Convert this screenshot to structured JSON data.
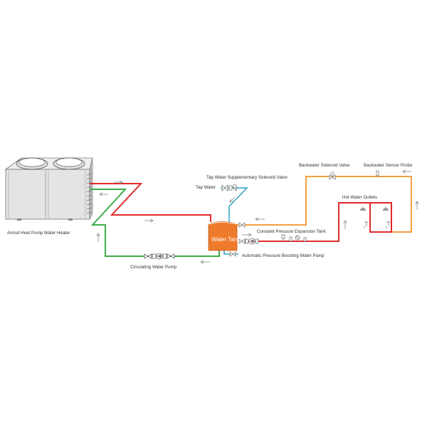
{
  "diagram": {
    "title": "Air Source Heat Pump Hot Water System",
    "colors": {
      "hot_supply": "#e02a2a",
      "return": "#3cae48",
      "tap_water": "#2aa3c4",
      "backwater": "#f0a040",
      "tank": "#ee7a2c",
      "arrow": "#888888",
      "unit_body": "#d8d8d8"
    },
    "labels": {
      "heat_pump": "Airosd Heat Pump Water Heater",
      "circulating_pump": "Circulating Water Pump",
      "tap_water": "Tap Water",
      "tap_solenoid": "Tap Water Supplementary Solenoid Valve",
      "water_tank": "Water Tank",
      "expansion_tank": "Constant Pressure Expansion Tank",
      "boosting_pump": "Automatic Pressure Boosting Water Pump",
      "backwater_solenoid": "Backwater Solenoid Valve",
      "backwater_probe": "Backwater Sensor Probe",
      "hot_water_outlets": "Hot Water Outlets"
    },
    "components": [
      {
        "name": "heat-pump-unit",
        "label": "Airosd Heat Pump Water Heater"
      },
      {
        "name": "circulating-pump",
        "label": "Circulating Water Pump"
      },
      {
        "name": "water-tank",
        "label": "Water Tank"
      },
      {
        "name": "tap-solenoid-valve",
        "label": "Tap Water Supplementary Solenoid Valve"
      },
      {
        "name": "boosting-pump",
        "label": "Automatic Pressure Boosting Water Pump"
      },
      {
        "name": "expansion-tank",
        "label": "Constant Pressure Expansion Tank"
      },
      {
        "name": "backwater-solenoid-valve",
        "label": "Backwater Solenoid Valve"
      },
      {
        "name": "backwater-sensor-probe",
        "label": "Backwater Sensor Probe"
      },
      {
        "name": "hot-water-outlets",
        "label": "Hot Water Outlets"
      }
    ]
  }
}
